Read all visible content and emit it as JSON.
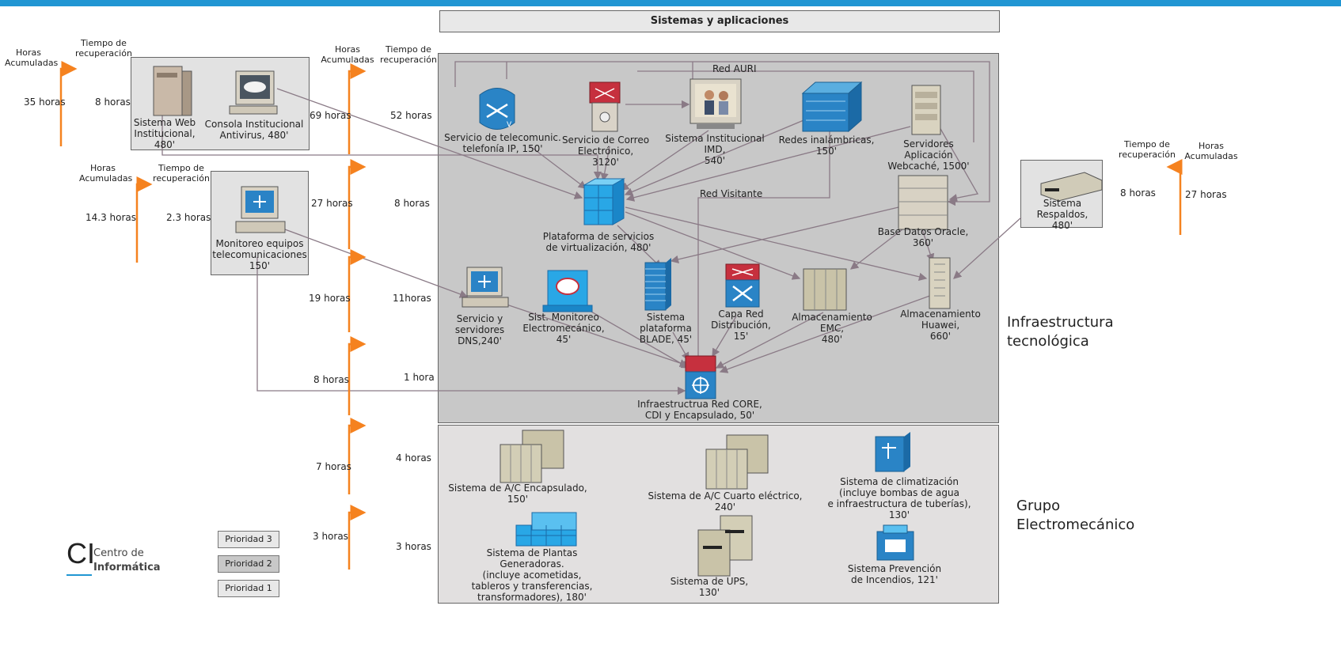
{
  "title": "Sistemas y aplicaciones",
  "headers": {
    "horas_acumuladas": "Horas Acumuladas",
    "tiempo_recuperacion": "Tiempo de recuperación"
  },
  "left_group1": {
    "horas_acumuladas": "35 horas",
    "tiempo_recuperacion": "8 horas"
  },
  "left_group2": {
    "horas_acumuladas": "14.3 horas",
    "tiempo_recuperacion": "2.3 horas"
  },
  "right_group": {
    "horas_acumuladas": "27 horas",
    "tiempo_recuperacion": "8 horas"
  },
  "timeline_rows": [
    {
      "acumuladas": "69 horas",
      "recuperacion": "52 horas"
    },
    {
      "acumuladas": "27 horas",
      "recuperacion": "8 horas"
    },
    {
      "acumuladas": "19 horas",
      "recuperacion": "11horas"
    },
    {
      "acumuladas": "8 horas",
      "recuperacion": "1 hora"
    },
    {
      "acumuladas": "7 horas",
      "recuperacion": "4 horas"
    },
    {
      "acumuladas": "3 horas",
      "recuperacion": "3 horas"
    }
  ],
  "nodes": {
    "web": "Sistema Web\nInstitucional,\n480'",
    "antivirus": "Consola Institucional\nAntivirus, 480'",
    "monitoreo_tel": "Monitoreo equipos\ntelecomunicaciones\n150'",
    "respaldos": "Sistema Respaldos,\n480'",
    "telefonia": "Servicio de telecomunic.\ntelefonía IP, 150'",
    "correo": "Servicio de Correo\nElectrónico,\n3120'",
    "imd": "Sistema Institucional IMD,\n540'",
    "inalambricas": "Redes inalámbricas,\n150'",
    "webcache": "Servidores Aplicación\nWebcaché, 1500'",
    "virtualizacion": "Plataforma de servicios\nde virtualización, 480'",
    "oracle": "Base Datos Oracle,\n360'",
    "dns": "Servicio y\nservidores\nDNS,240'",
    "electromecanico": "Sist. Monitoreo\nElectromecánico,\n45'",
    "blade": "Sistema plataforma\nBLADE, 45'",
    "distribucion": "Capa Red\nDistribución,\n15'",
    "emc": "Almacenamiento EMC,\n480'",
    "huawei": "Almacenamiento Huawei,\n660'",
    "core": "Infraestructrua Red CORE,\nCDI y Encapsulado, 50'",
    "ac_encapsulado": "Sistema de A/C Encapsulado,\n150'",
    "ac_cuarto": "Sistema de A/C Cuarto eléctrico,\n240'",
    "climatizacion": "Sistema de climatización\n(incluye bombas de agua\ne infraestructura de tuberías),\n130'",
    "plantas": "Sistema de Plantas Generadoras.\n(incluye acometidas,\ntableros y transferencias,\ntransformadores), 180'",
    "ups": "Sistema de UPS,\n130'",
    "incendios": "Sistema Prevención\nde Incendios, 121'"
  },
  "net_labels": {
    "auri": "Red AURI",
    "visitante": "Red Visitante"
  },
  "sections": {
    "infra": "Infraestructura\ntecnológica",
    "electro": "Grupo\nElectromecánico"
  },
  "legend": [
    "Prioridad 3",
    "Prioridad 2",
    "Prioridad 1"
  ],
  "logo": {
    "mark": "CI",
    "line1": "Centro de",
    "line2": "Informática"
  },
  "colors": {
    "accent": "#2196d3",
    "arrow": "#f5821f",
    "infra_bg": "#c8c8c8",
    "electro_bg": "#e2e0e0",
    "link": "#8a7a86"
  }
}
